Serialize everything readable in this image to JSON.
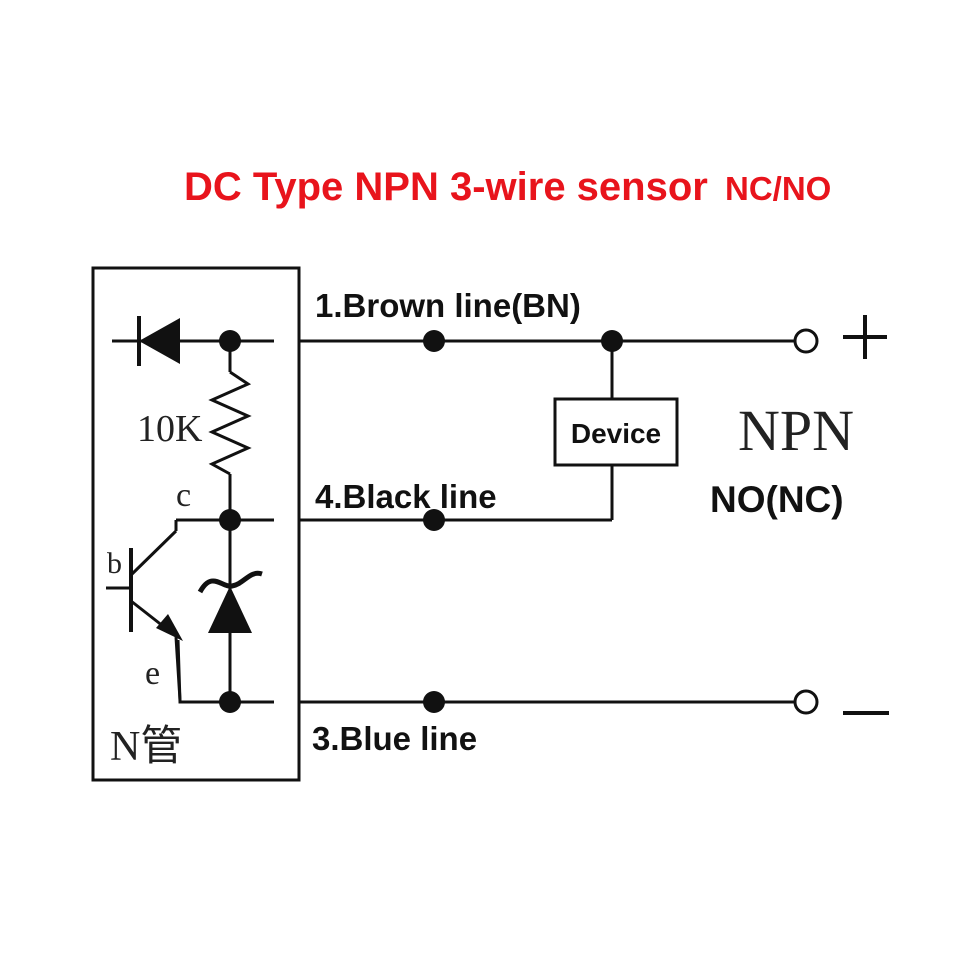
{
  "title": {
    "main": "DC Type NPN 3-wire sensor",
    "suffix": "NC/NO"
  },
  "wires": {
    "brown": "1.Brown line(BN)",
    "black": "4.Black line",
    "blue": "3.Blue line"
  },
  "components": {
    "resistor": "10K",
    "collector": "c",
    "base": "b",
    "emitter": "e",
    "transistor_type": "N管",
    "device": "Device"
  },
  "terminals": {
    "positive": "+",
    "negative": "—"
  },
  "output": {
    "type": "NPN",
    "mode": "NO(NC)"
  },
  "colors": {
    "title": "#e8141c",
    "line": "#111111"
  }
}
